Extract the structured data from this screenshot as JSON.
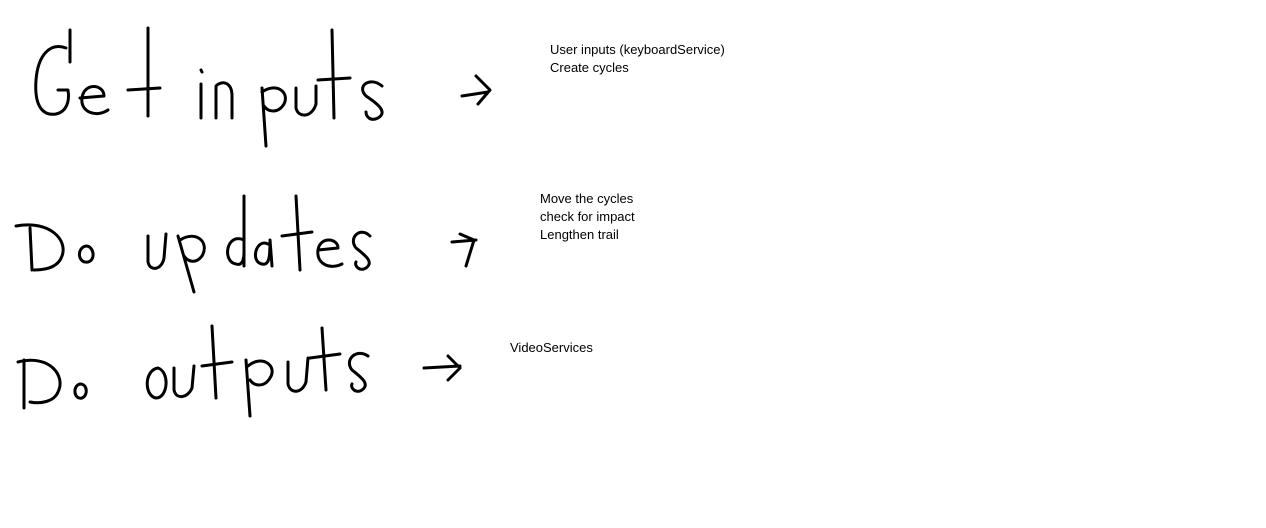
{
  "steps": [
    {
      "label": "Get inputs",
      "notes": [
        "User inputs (keyboardService)",
        "Create cycles"
      ]
    },
    {
      "label": "Do updates",
      "notes": [
        "Move the cycles",
        "check for impact",
        "Lengthen trail"
      ]
    },
    {
      "label": "Do outputs",
      "notes": [
        "VideoServices"
      ]
    }
  ],
  "colors": {
    "ink": "#000000",
    "background": "#ffffff"
  }
}
